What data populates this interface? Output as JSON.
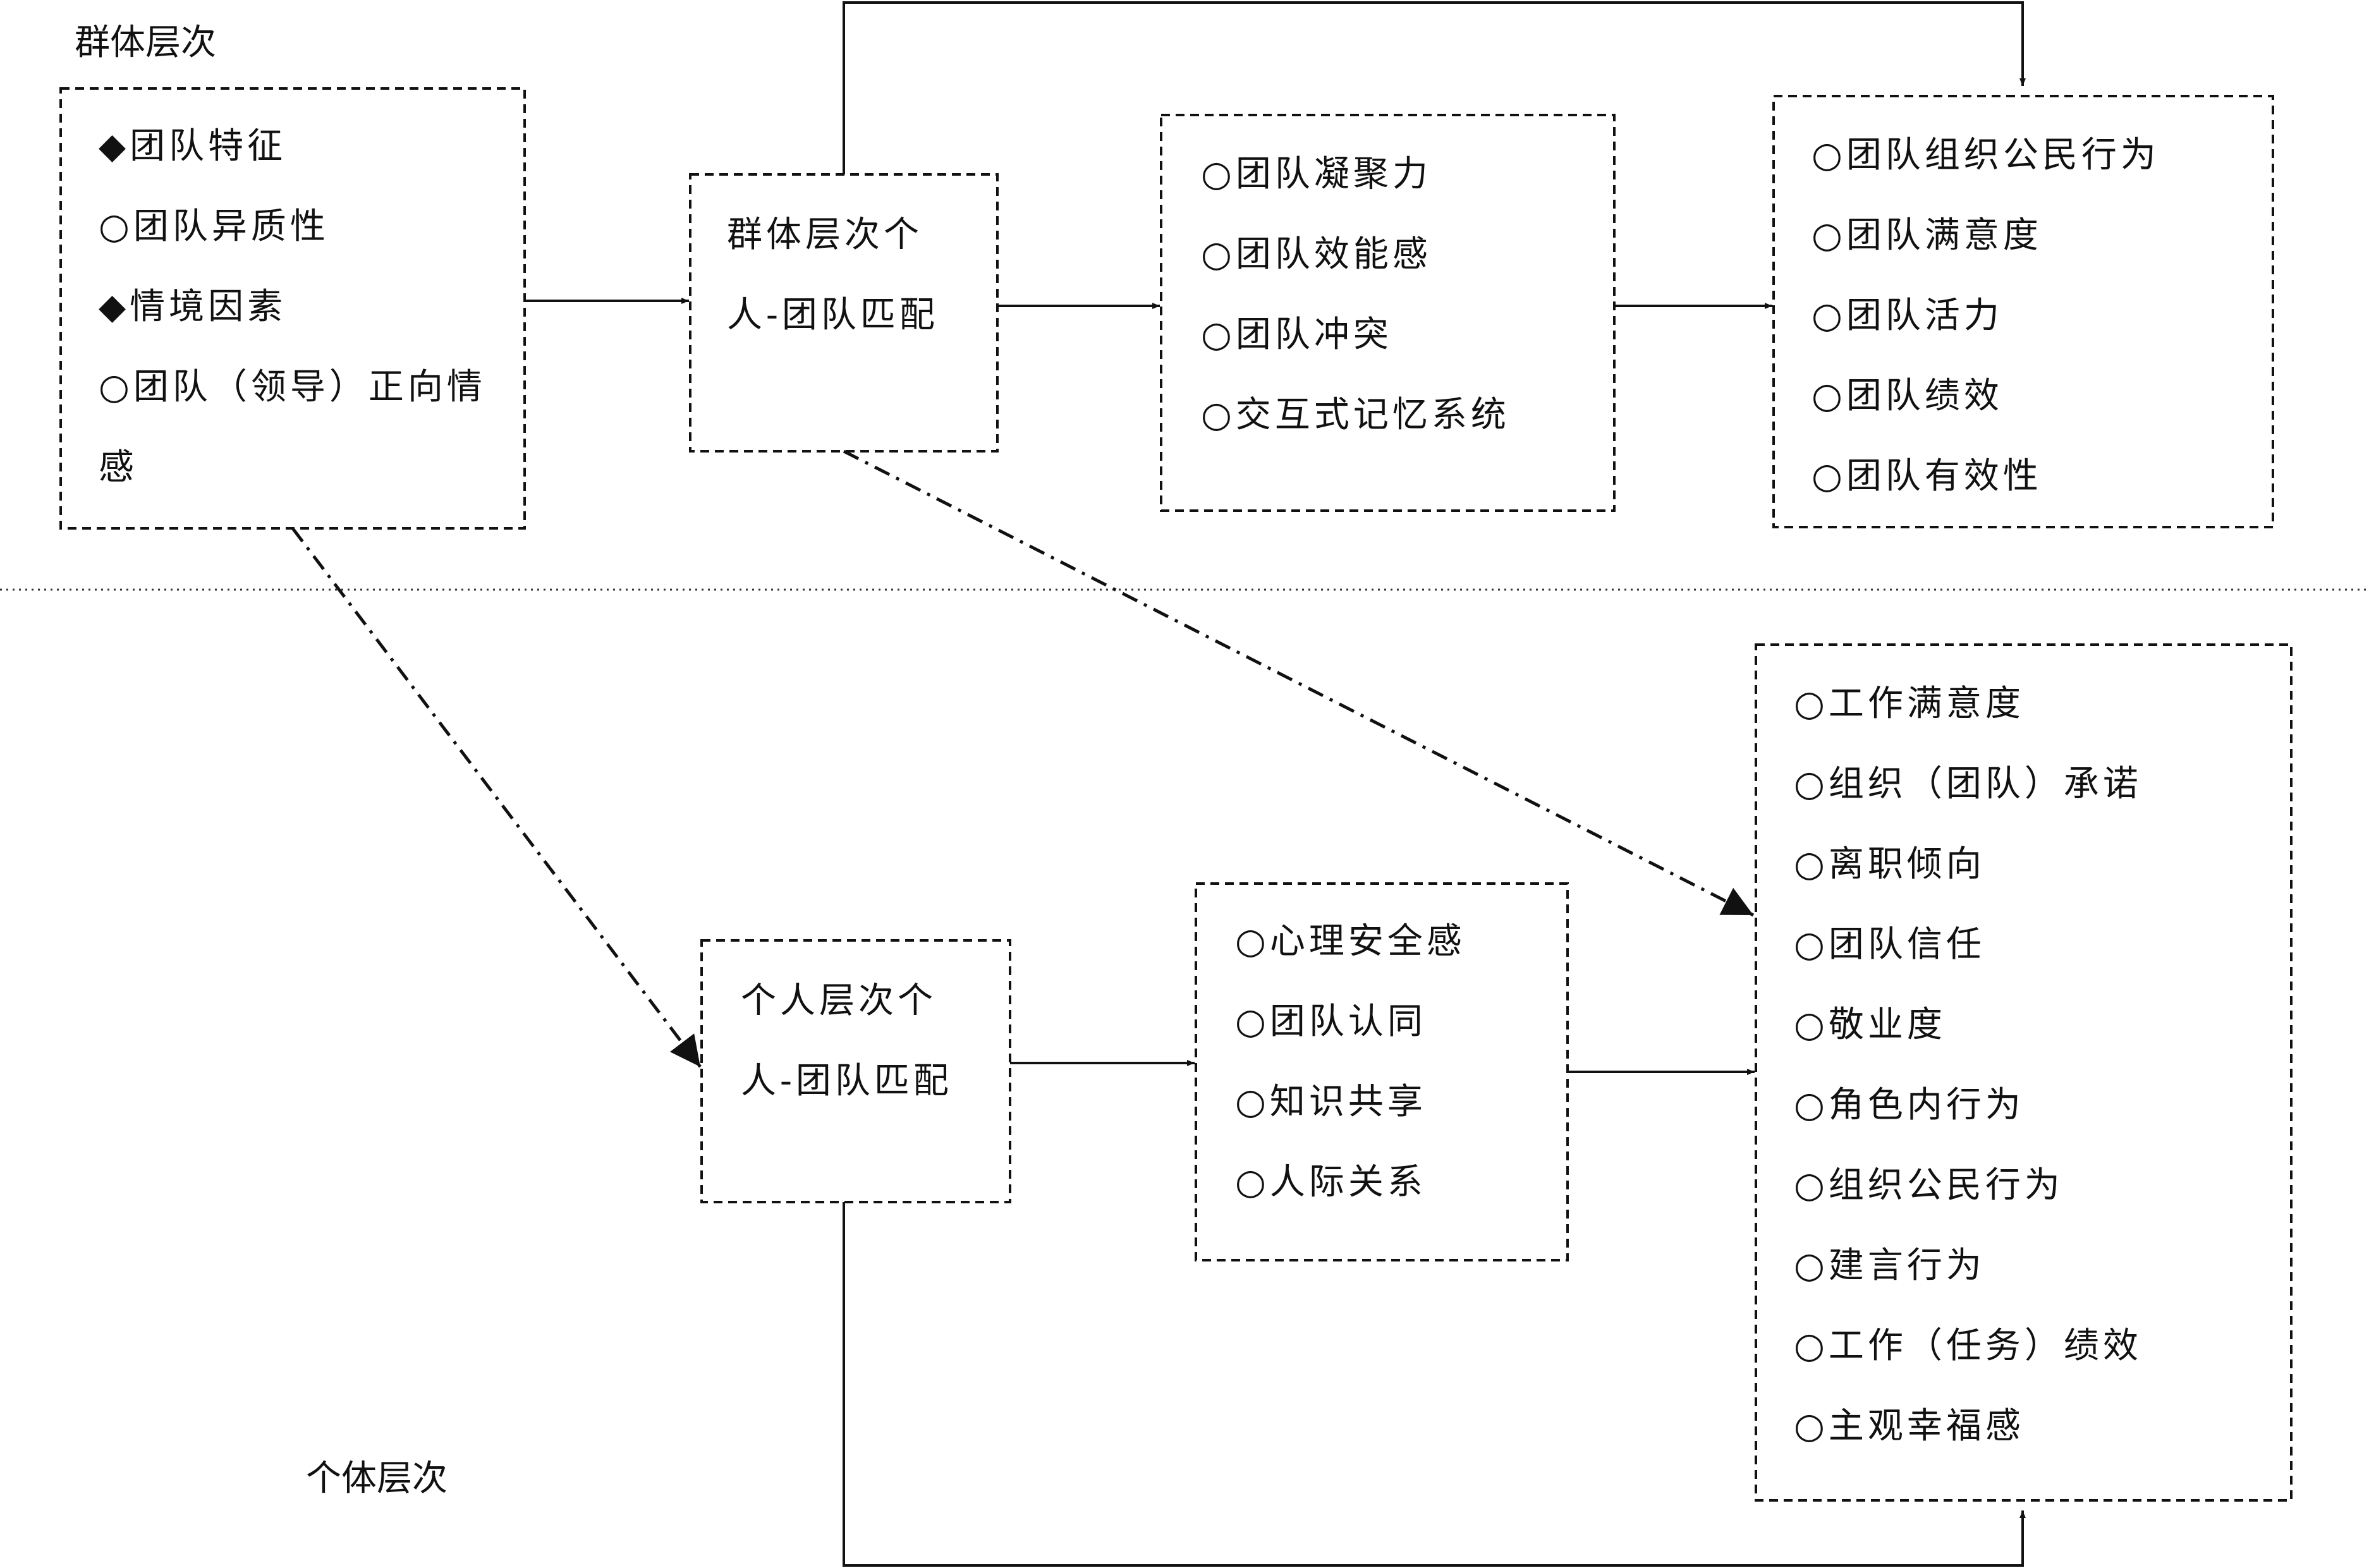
{
  "levels": {
    "group": "群体层次",
    "individual": "个体层次"
  },
  "boxes": {
    "antecedents": {
      "items": [
        "◆团队特征",
        "○团队异质性",
        "◆情境因素",
        "○团队（领导）正向情",
        "感"
      ]
    },
    "group_fit": {
      "lines": [
        "群体层次个",
        "人-团队匹配"
      ]
    },
    "group_mediators": {
      "items": [
        "○团队凝聚力",
        "○团队效能感",
        "○团队冲突",
        "○交互式记忆系统"
      ]
    },
    "group_outcomes": {
      "items": [
        "○团队组织公民行为",
        "○团队满意度",
        "○团队活力",
        "○团队绩效",
        "○团队有效性"
      ]
    },
    "individual_fit": {
      "lines": [
        "个人层次个",
        "人-团队匹配"
      ]
    },
    "individual_mediators": {
      "items": [
        "○心理安全感",
        "○团队认同",
        "○知识共享",
        "○人际关系"
      ]
    },
    "individual_outcomes": {
      "items": [
        "○工作满意度",
        "○组织（团队）承诺",
        "○离职倾向",
        "○团队信任",
        "○敬业度",
        "○角色内行为",
        "○组织公民行为",
        "○建言行为",
        "○工作（任务）绩效",
        "○主观幸福感"
      ]
    }
  }
}
